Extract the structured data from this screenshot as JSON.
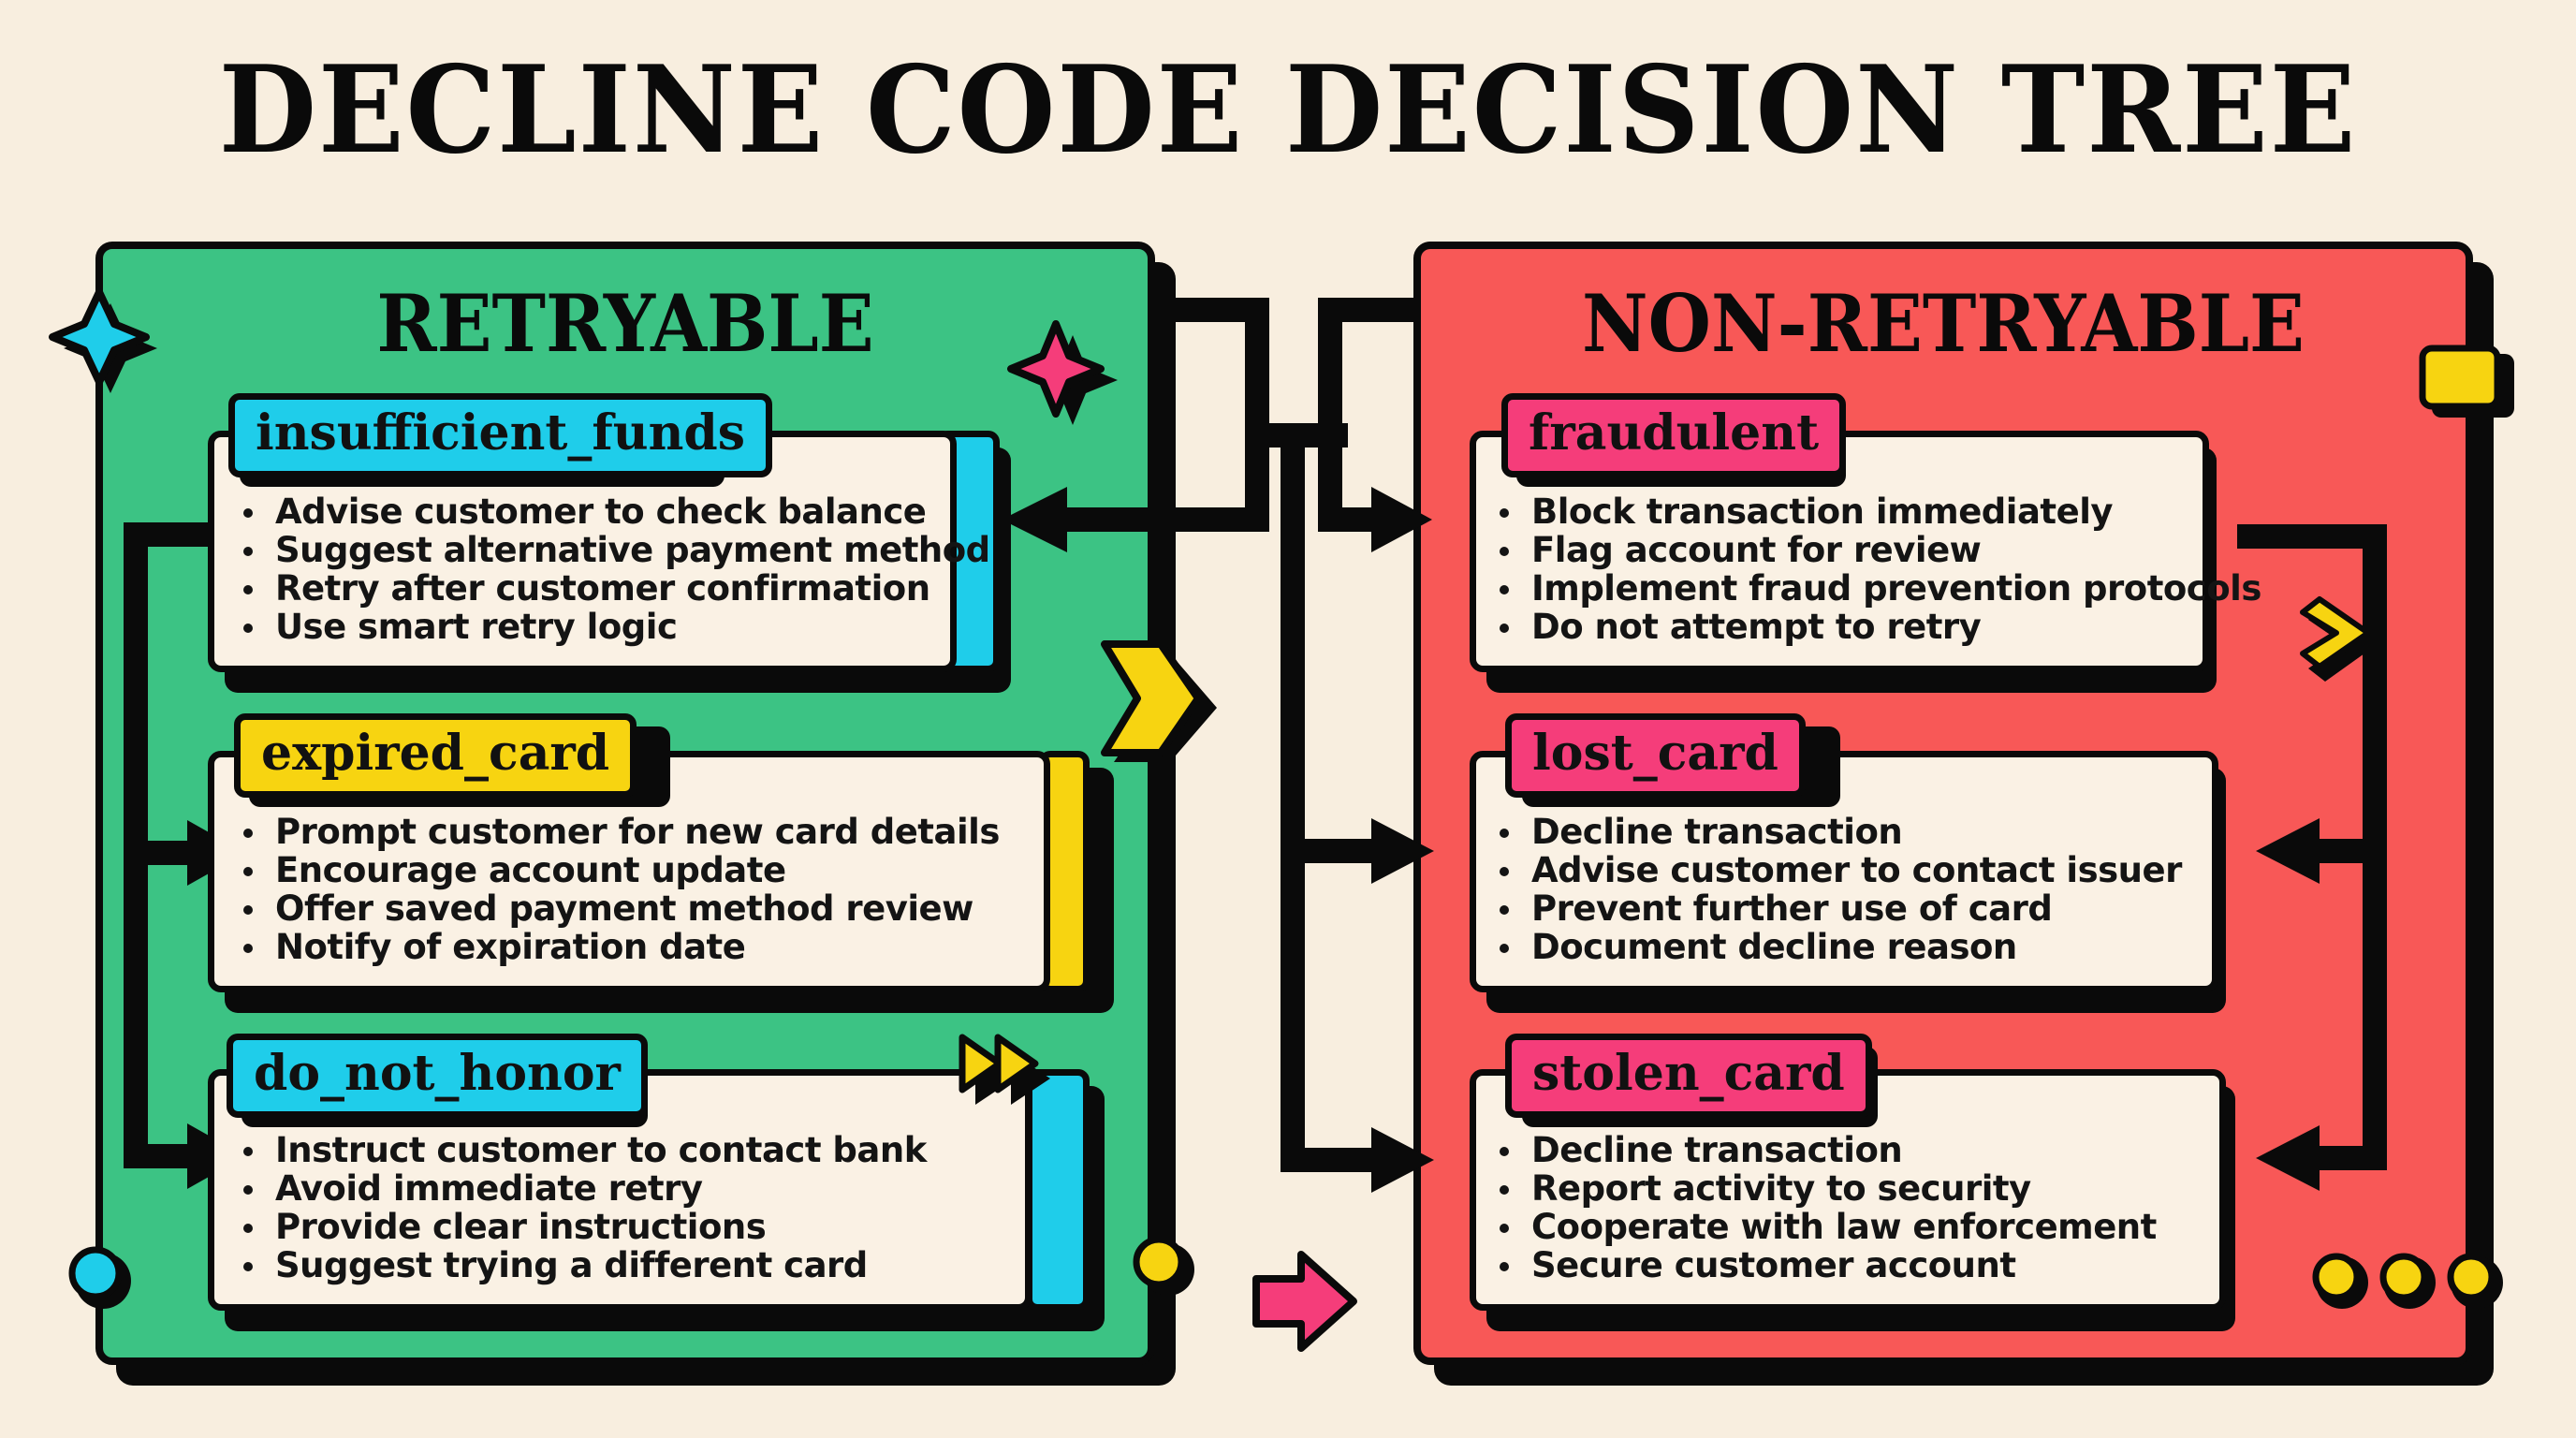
{
  "title": "DECLINE CODE DECISION TREE",
  "colors": {
    "background": "#f8eedf",
    "retryable_panel": "#3cc384",
    "non_retryable_panel": "#f85857",
    "cyan": "#1fcdea",
    "yellow": "#f7d411",
    "pink": "#f53d7a",
    "card": "#faf1e4",
    "ink": "#0a0a0a"
  },
  "retryable": {
    "heading": "RETRYABLE",
    "codes": [
      {
        "code": "insufficient_funds",
        "tag_color": "#1fcdea",
        "accent_color": "#1fcdea",
        "actions": [
          "Advise customer to check balance",
          "Suggest alternative payment method",
          "Retry after customer confirmation",
          "Use smart retry logic"
        ]
      },
      {
        "code": "expired_card",
        "tag_color": "#f7d411",
        "accent_color": "#f7d411",
        "actions": [
          "Prompt customer for new card details",
          "Encourage account update",
          "Offer saved payment method review",
          "Notify of expiration date"
        ]
      },
      {
        "code": "do_not_honor",
        "tag_color": "#1fcdea",
        "accent_color": "#1fcdea",
        "actions": [
          "Instruct customer to contact bank",
          "Avoid immediate retry",
          "Provide clear instructions",
          "Suggest trying a different card"
        ]
      }
    ]
  },
  "non_retryable": {
    "heading": "NON-RETRYABLE",
    "codes": [
      {
        "code": "fraudulent",
        "tag_color": "#f53d7a",
        "actions": [
          "Block transaction immediately",
          "Flag account for review",
          "Implement fraud prevention protocols",
          "Do not attempt to retry"
        ]
      },
      {
        "code": "lost_card",
        "tag_color": "#f53d7a",
        "actions": [
          "Decline transaction",
          "Advise customer to contact issuer",
          "Prevent further use of card",
          "Document decline reason"
        ]
      },
      {
        "code": "stolen_card",
        "tag_color": "#f53d7a",
        "actions": [
          "Decline transaction",
          "Report activity to security",
          "Cooperate with law enforcement",
          "Secure customer account"
        ]
      }
    ]
  },
  "decorations": [
    {
      "name": "sparkle-icon",
      "color": "#1fcdea"
    },
    {
      "name": "sparkle-icon",
      "color": "#f53d7a"
    },
    {
      "name": "chevron-right-icon",
      "color": "#f7d411"
    },
    {
      "name": "fast-forward-icon",
      "color": "#f7d411"
    },
    {
      "name": "arrow-right-icon",
      "color": "#f53d7a"
    },
    {
      "name": "square-node-icon",
      "color": "#f7d411"
    },
    {
      "name": "dot-icon",
      "color": "#1fcdea"
    },
    {
      "name": "dot-icon",
      "color": "#f7d411"
    },
    {
      "name": "ellipsis-dots-icon",
      "color": "#f7d411"
    }
  ]
}
